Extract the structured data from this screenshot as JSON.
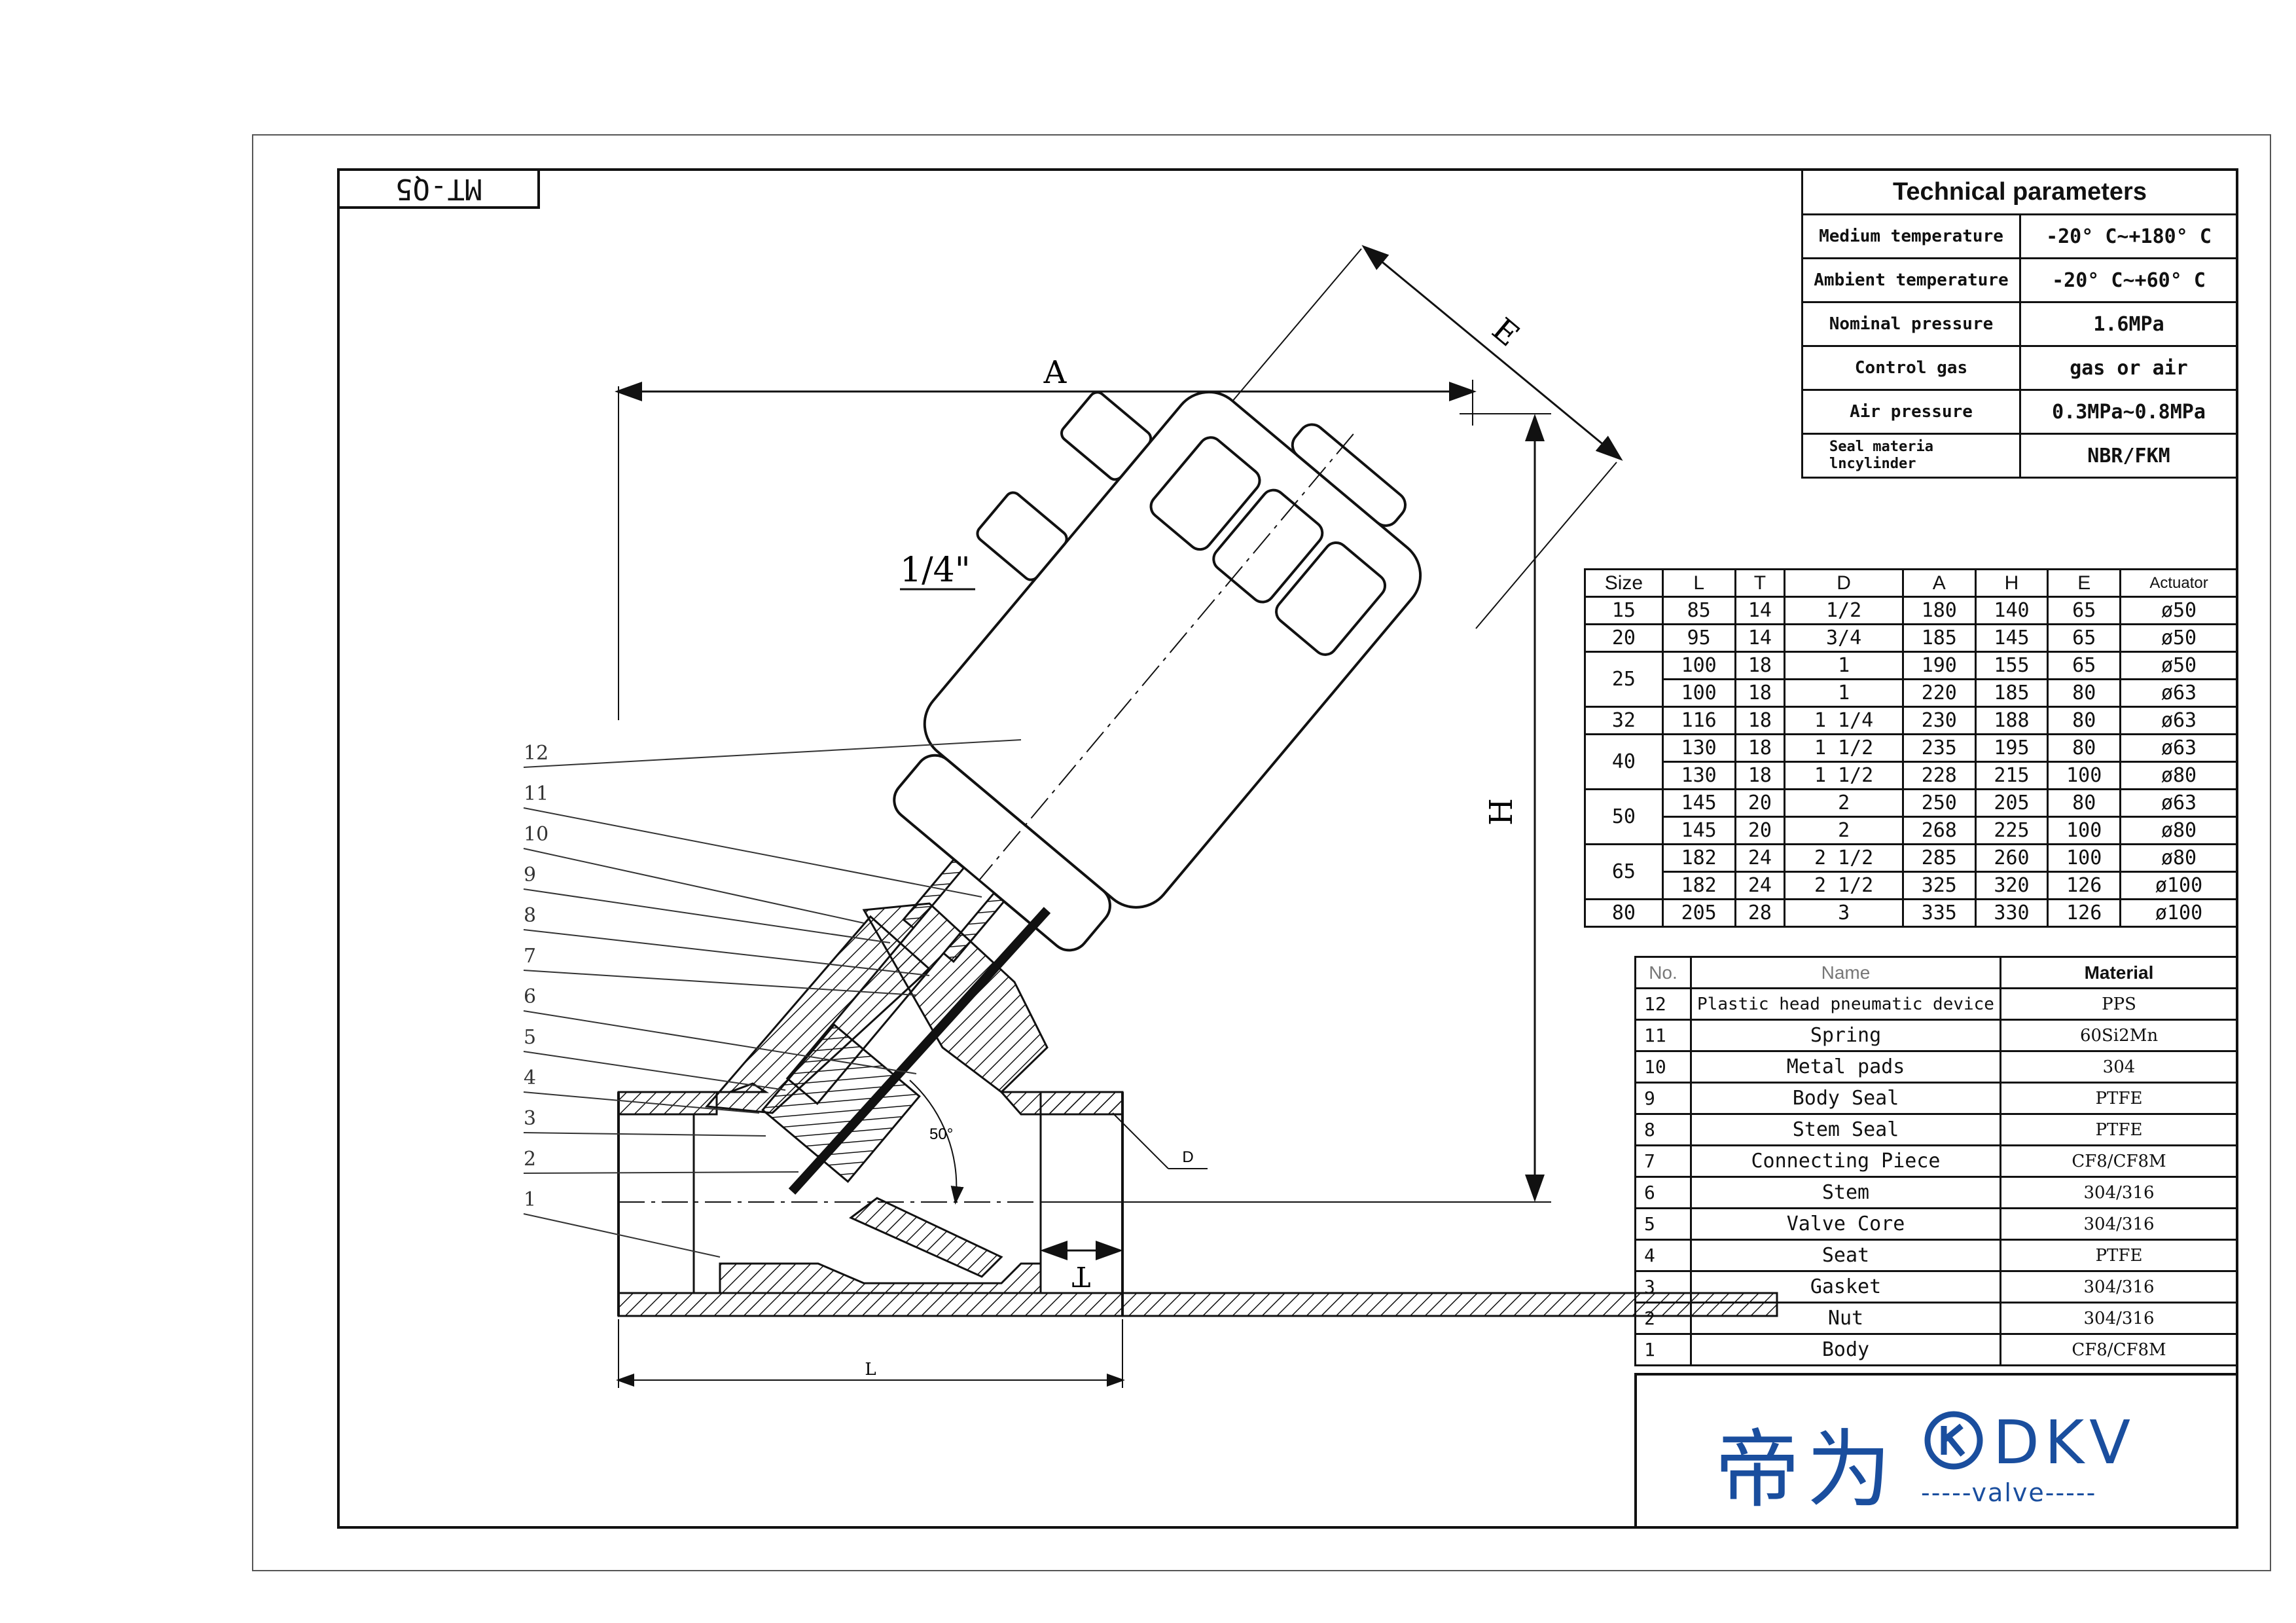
{
  "drawing_code": "MT-Q5",
  "technical_parameters": {
    "title": "Technical parameters",
    "rows": [
      {
        "key": "Medium temperature",
        "value": "-20° C~+180° C"
      },
      {
        "key": "Ambient temperature",
        "value": "-20° C~+60° C"
      },
      {
        "key": "Nominal pressure",
        "value": "1.6MPa"
      },
      {
        "key": "Control gas",
        "value": "gas or air"
      },
      {
        "key": "Air pressure",
        "value": "0.3MPa~0.8MPa"
      },
      {
        "key": "Seal materia lncylinder",
        "value": "NBR/FKM"
      }
    ]
  },
  "size_table": {
    "headers": [
      "Size",
      "L",
      "T",
      "D",
      "A",
      "H",
      "E",
      "Actuator"
    ],
    "rows": [
      [
        "15",
        "85",
        "14",
        "1/2",
        "180",
        "140",
        "65",
        "ø50"
      ],
      [
        "20",
        "95",
        "14",
        "3/4",
        "185",
        "145",
        "65",
        "ø50"
      ],
      [
        "25",
        "100",
        "18",
        "1",
        "190",
        "155",
        "65",
        "ø50"
      ],
      [
        "",
        "100",
        "18",
        "1",
        "220",
        "185",
        "80",
        "ø63"
      ],
      [
        "32",
        "116",
        "18",
        "1 1/4",
        "230",
        "188",
        "80",
        "ø63"
      ],
      [
        "40",
        "130",
        "18",
        "1 1/2",
        "235",
        "195",
        "80",
        "ø63"
      ],
      [
        "",
        "130",
        "18",
        "1 1/2",
        "228",
        "215",
        "100",
        "ø80"
      ],
      [
        "50",
        "145",
        "20",
        "2",
        "250",
        "205",
        "80",
        "ø63"
      ],
      [
        "",
        "145",
        "20",
        "2",
        "268",
        "225",
        "100",
        "ø80"
      ],
      [
        "65",
        "182",
        "24",
        "2 1/2",
        "285",
        "260",
        "100",
        "ø80"
      ],
      [
        "",
        "182",
        "24",
        "2 1/2",
        "325",
        "320",
        "126",
        "ø100"
      ],
      [
        "80",
        "205",
        "28",
        "3",
        "335",
        "330",
        "126",
        "ø100"
      ]
    ]
  },
  "materials": {
    "headers": {
      "no": "No.",
      "name": "Name",
      "material": "Material"
    },
    "rows": [
      {
        "no": "12",
        "name": "Plastic head pneumatic device",
        "material": "PPS"
      },
      {
        "no": "11",
        "name": "Spring",
        "material": "60Si2Mn"
      },
      {
        "no": "10",
        "name": "Metal pads",
        "material": "304"
      },
      {
        "no": "9",
        "name": "Body Seal",
        "material": "PTFE"
      },
      {
        "no": "8",
        "name": "Stem Seal",
        "material": "PTFE"
      },
      {
        "no": "7",
        "name": "Connecting Piece",
        "material": "CF8/CF8M"
      },
      {
        "no": "6",
        "name": "Stem",
        "material": "304/316"
      },
      {
        "no": "5",
        "name": "Valve Core",
        "material": "304/316"
      },
      {
        "no": "4",
        "name": "Seat",
        "material": "PTFE"
      },
      {
        "no": "3",
        "name": "Gasket",
        "material": "304/316"
      },
      {
        "no": "2",
        "name": "Nut",
        "material": "304/316"
      },
      {
        "no": "1",
        "name": "Body",
        "material": "CF8/CF8M"
      }
    ]
  },
  "drawing_labels": {
    "dim_a": "A",
    "dim_e": "E",
    "dim_h": "H",
    "dim_l": "L",
    "dim_t": "T",
    "dim_d": "D",
    "port": "1/4\"",
    "angle": "50°",
    "callouts": [
      "12",
      "11",
      "10",
      "9",
      "8",
      "7",
      "6",
      "5",
      "4",
      "3",
      "2",
      "1"
    ]
  },
  "logo": {
    "cn": "帝为",
    "brand": "DKV",
    "sub": "-----valve-----",
    "color": "#1a4e9e"
  }
}
